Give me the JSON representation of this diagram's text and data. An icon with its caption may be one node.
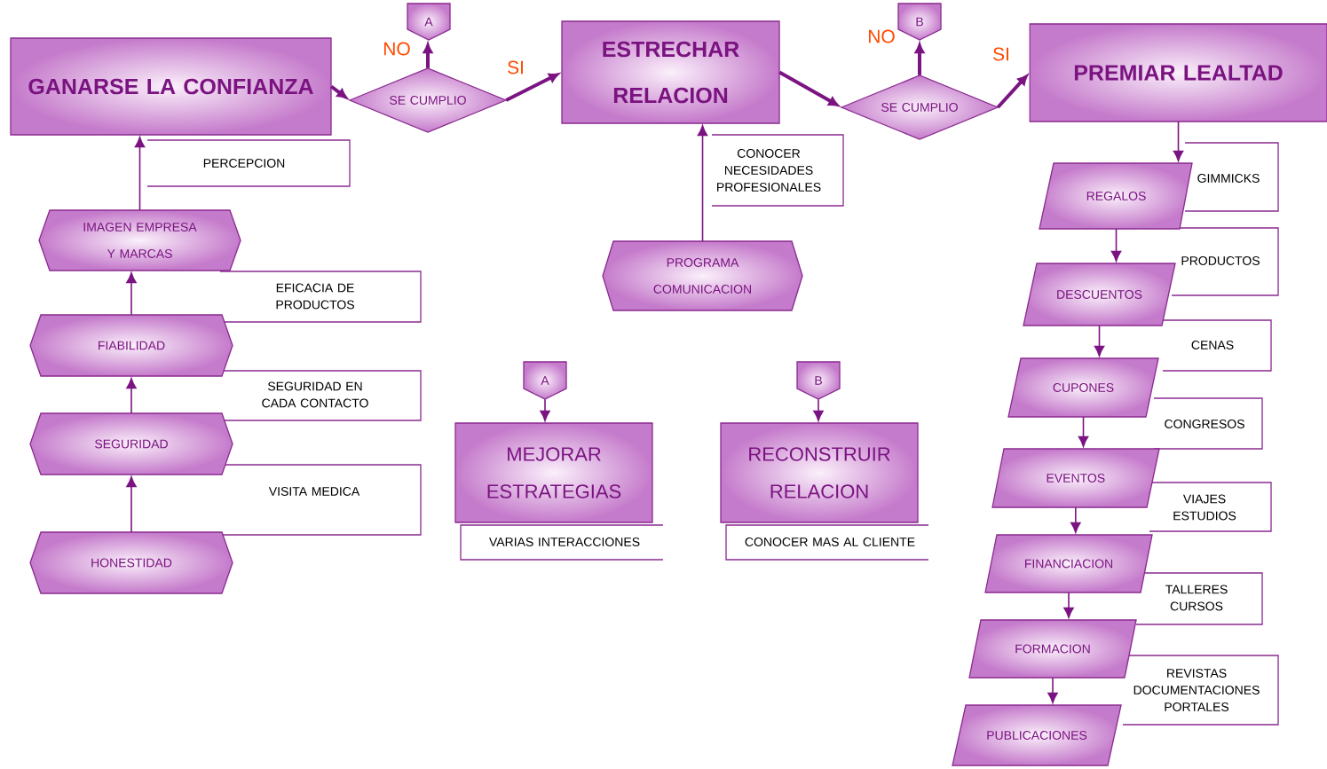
{
  "diagram": {
    "nodes": [
      {
        "text": [
          "GANARSE LA CONFIANZA"
        ]
      },
      {
        "text": [
          "SE CUMPLIO"
        ]
      },
      {
        "text": [
          "A"
        ]
      },
      {
        "text": [
          "ESTRECHAR RELACION"
        ]
      },
      {
        "text": [
          "SE CUMPLIO"
        ]
      },
      {
        "text": [
          "B"
        ]
      },
      {
        "text": [
          "PREMIAR LEALTAD"
        ]
      },
      {
        "text": [
          "PERCEPCION"
        ]
      },
      {
        "text": [
          "CONOCER NECESIDADES PROFESIONALES"
        ]
      },
      {
        "text": [
          "IMAGEN EMPRESA Y MARCAS"
        ]
      },
      {
        "text": [
          "PROGRAMA COMUNICACION"
        ]
      },
      {
        "text": [
          "EFICACIA DE PRODUCTOS"
        ]
      },
      {
        "text": [
          "FIABILIDAD"
        ]
      },
      {
        "text": [
          "SEGURIDAD EN CADA CONTACTO"
        ]
      },
      {
        "text": [
          "SEGURIDAD"
        ]
      },
      {
        "text": [
          "VISITA MEDICA"
        ]
      },
      {
        "text": [
          "HONESTIDAD"
        ]
      },
      {
        "text": [
          "A"
        ]
      },
      {
        "text": [
          "MEJORAR ESTRATEGIAS"
        ]
      },
      {
        "text": [
          "VARIAS INTERACCIONES"
        ]
      },
      {
        "text": [
          "B"
        ]
      },
      {
        "text": [
          "RECONSTRUIR RELACION"
        ]
      },
      {
        "text": [
          "CONOCER MAS AL CLIENTE"
        ]
      },
      {
        "text": [
          "REGALOS"
        ]
      },
      {
        "text": [
          "GIMMICKS"
        ]
      },
      {
        "text": [
          "DESCUENTOS"
        ]
      },
      {
        "text": [
          "PRODUCTOS"
        ]
      },
      {
        "text": [
          "CUPONES"
        ]
      },
      {
        "text": [
          "CENAS"
        ]
      },
      {
        "text": [
          "EVENTOS"
        ]
      },
      {
        "text": [
          "CONGRESOS"
        ]
      },
      {
        "text": [
          "FINANCIACION"
        ]
      },
      {
        "text": [
          "VIAJES ESTUDIOS"
        ]
      },
      {
        "text": [
          "FORMACION"
        ]
      },
      {
        "text": [
          "TALLERES CURSOS"
        ]
      },
      {
        "text": [
          "PUBLICACIONES"
        ]
      },
      {
        "text": [
          "REVISTAS DOCUMENTACIONES PORTALES"
        ]
      }
    ],
    "edges": [
      {
        "from": 0,
        "to": 1,
        "arrow": "to",
        "style": "thick"
      },
      {
        "from": 1,
        "to": 2,
        "arrow": "to",
        "style": "thick",
        "label": "NO"
      },
      {
        "from": 1,
        "to": 3,
        "arrow": "to",
        "style": "thick",
        "label": "SI"
      },
      {
        "from": 3,
        "to": 4,
        "arrow": "to",
        "style": "thick"
      },
      {
        "from": 4,
        "to": 5,
        "arrow": "to",
        "style": "thick",
        "label": "NO"
      },
      {
        "from": 4,
        "to": 6,
        "arrow": "to",
        "style": "thick",
        "label": "SI"
      },
      {
        "from": 9,
        "to": 0,
        "arrow": "to"
      },
      {
        "from": 12,
        "to": 9,
        "arrow": "to"
      },
      {
        "from": 14,
        "to": 12,
        "arrow": "to"
      },
      {
        "from": 16,
        "to": 14,
        "arrow": "to"
      },
      {
        "from": 10,
        "to": 3,
        "arrow": "to"
      },
      {
        "from": 17,
        "to": 18,
        "arrow": "to"
      },
      {
        "from": 20,
        "to": 21,
        "arrow": "to"
      },
      {
        "from": 6,
        "to": 23,
        "arrow": "to"
      },
      {
        "from": 23,
        "to": 25,
        "arrow": "to"
      },
      {
        "from": 25,
        "to": 27,
        "arrow": "to"
      },
      {
        "from": 27,
        "to": 29,
        "arrow": "to"
      },
      {
        "from": 29,
        "to": 31,
        "arrow": "to"
      },
      {
        "from": 31,
        "to": 33,
        "arrow": "to"
      },
      {
        "from": 33,
        "to": 35,
        "arrow": "to"
      }
    ]
  }
}
